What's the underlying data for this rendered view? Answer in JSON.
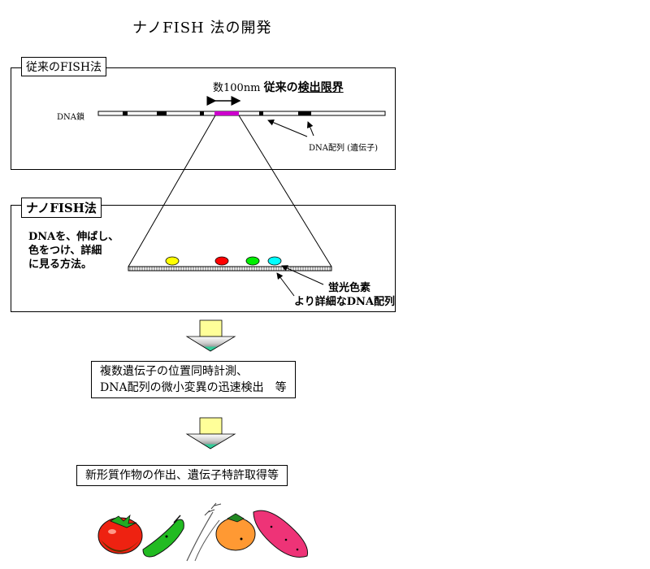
{
  "title": "ナノFISH 法の開発",
  "conventional": {
    "label": "従来のFISH法",
    "limit_prefix": "数100nm",
    "limit_main": "従来の",
    "limit_underlined": "検出限界",
    "dna_strand_label": "DNA鎖",
    "dna_sequence_label": "DNA配列 (遺伝子)"
  },
  "nano": {
    "label": "ナノFISH法",
    "description": [
      "DNAを、伸ばし、",
      "色をつけ、詳細",
      "に見る方法。"
    ],
    "fluor_label": "蛍光色素",
    "detail_label": "より詳細なDNA配列",
    "dye_colors": [
      "#ffff00",
      "#ff0000",
      "#00ee00",
      "#00ffff"
    ]
  },
  "result1": [
    "複数遺伝子の位置同時計測、",
    "DNA配列の微小変異の迅速検出　等"
  ],
  "result2": "新形質作物の作出、遺伝子特許取得等",
  "colors": {
    "marker": "#cc00cc",
    "arrow_top": "#ffff99",
    "arrow_bottom": "#33cc99"
  },
  "icons": [
    "tomato-icon",
    "green-pepper-icon",
    "wheat-icon",
    "persimmon-icon",
    "sweet-potato-icon"
  ]
}
